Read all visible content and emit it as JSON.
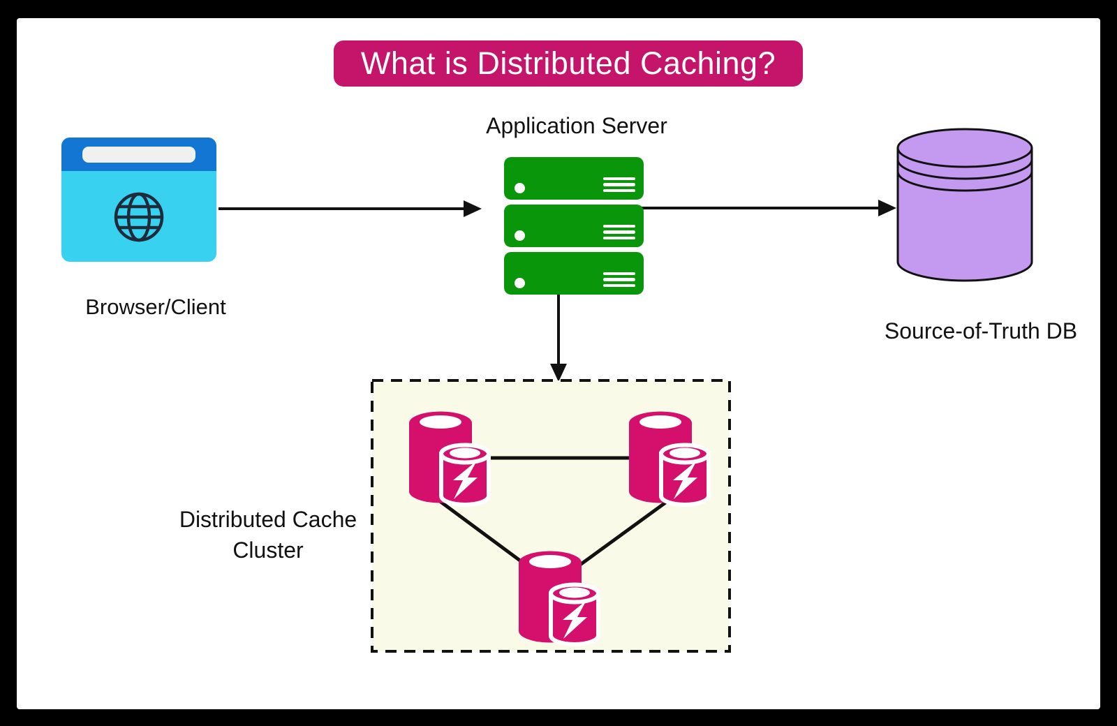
{
  "title": {
    "text": "What is Distributed Caching?"
  },
  "diagram": {
    "browser": {
      "label": "Browser/Client"
    },
    "app_server": {
      "label": "Application Server",
      "units": 3
    },
    "database": {
      "label": "Source-of-Truth DB"
    },
    "cache_cluster": {
      "label": "Distributed Cache Cluster",
      "nodes": 3
    }
  },
  "edges": [
    {
      "from": "browser",
      "to": "app_server",
      "type": "arrow"
    },
    {
      "from": "app_server",
      "to": "database",
      "type": "arrow"
    },
    {
      "from": "app_server",
      "to": "cache_cluster",
      "type": "arrow"
    },
    {
      "from": "cache_node_1",
      "to": "cache_node_2",
      "type": "line"
    },
    {
      "from": "cache_node_1",
      "to": "cache_node_3",
      "type": "line"
    },
    {
      "from": "cache_node_2",
      "to": "cache_node_3",
      "type": "line"
    }
  ],
  "icons": {
    "browser": "browser-window-icon",
    "globe": "globe-icon",
    "app_server": "server-stack-icon",
    "database": "database-cylinder-icon",
    "cache_node": "cache-cylinders-lightning-icon"
  },
  "colors": {
    "frame_bg": "#000000",
    "canvas_bg": "#ffffff",
    "title_bg": "#c4156b",
    "title_text": "#ffffff",
    "label_color": "#111111",
    "browser_blue": "#1276d2",
    "browser_body": "#39d1f0",
    "addressbar": "#eff1f1",
    "globe_stroke": "#1d2b3b",
    "server_green": "#0a960a",
    "db_fill": "#c49af0",
    "outline_dark": "#111111",
    "cluster_bg": "#fafae8",
    "cache_pink": "#d4106c"
  }
}
